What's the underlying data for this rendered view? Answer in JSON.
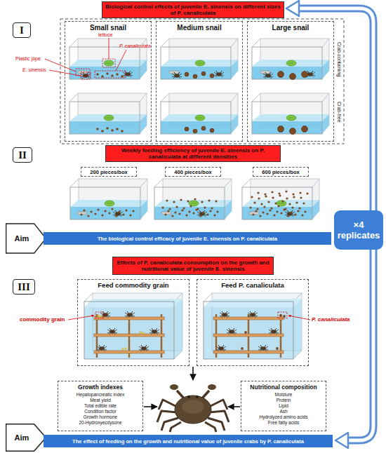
{
  "diagram": {
    "nodes": [
      {
        "text": [
          "Biological control effects of juvenile E. sinensis on different sizes of P. canaliculata"
        ]
      },
      {
        "text": [
          "I"
        ]
      },
      {
        "text": [
          "Small snail"
        ]
      },
      {
        "text": [
          "Medium snail"
        ]
      },
      {
        "text": [
          "Large snail"
        ]
      },
      {
        "text": [
          "Weekly feeding efficiency of juvenile E. sinensis on P. canaliculata at different densities"
        ]
      },
      {
        "text": [
          "II"
        ]
      },
      {
        "text": [
          "200 pieces/box"
        ]
      },
      {
        "text": [
          "400 pieces/box"
        ]
      },
      {
        "text": [
          "600 pieces/box"
        ]
      },
      {
        "text": [
          "Aim"
        ]
      },
      {
        "text": [
          "The biological control efficacy of juvenile E. sinensis on P. canaliculata"
        ]
      },
      {
        "text": [
          "Effects of P. canaliculata consumption on the growth and nutritional value of juvenile E. sinensis"
        ]
      },
      {
        "text": [
          "III"
        ]
      },
      {
        "text": [
          "Feed commodity grain"
        ]
      },
      {
        "text": [
          "Feed P. canaliculata"
        ]
      },
      {
        "text": [
          "Growth indexes",
          "Hepatopancreatic index",
          "Meat yield",
          "Total edible rate",
          "Condition factor",
          "Growth hormone",
          "20-Hydroxyecdysone"
        ]
      },
      {
        "text": [
          "Nutritional composition",
          "Moisture",
          "Protein",
          "Lipid",
          "Ash",
          "Hydrolyzed amino acids",
          "Free fatty acids"
        ]
      },
      {
        "text": [
          "Aim"
        ]
      },
      {
        "text": [
          "The effect of feeding on the growth and nutritional value of juvenile crabs by P. canaliculata"
        ]
      },
      {
        "text": [
          "×4 replicates"
        ]
      }
    ],
    "labels": [
      "lettuce",
      "P. canaliculata",
      "Plastic pipe",
      "E. sinensis",
      "Crab-containing",
      "Crab-free",
      "commodity grain",
      "P. canaliculata"
    ]
  }
}
